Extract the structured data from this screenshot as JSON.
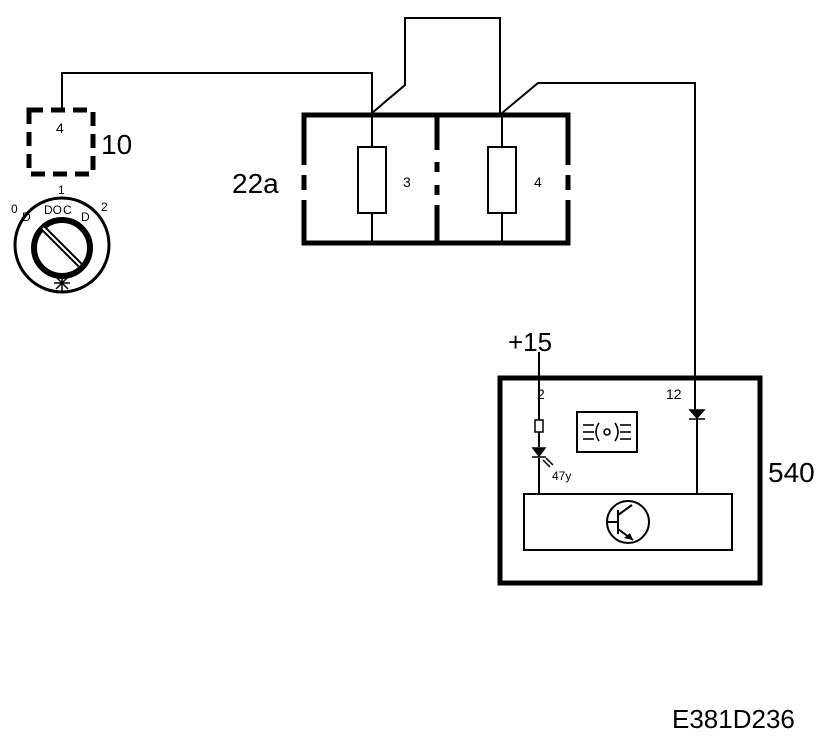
{
  "components": {
    "switch_connector": {
      "ref": "10",
      "pin": "4"
    },
    "light_switch": {
      "positions": [
        "0",
        "1",
        "2"
      ]
    },
    "fuse_box": {
      "ref": "22a",
      "fuses": [
        "3",
        "4"
      ]
    },
    "module": {
      "ref": "540",
      "pins": [
        "2",
        "12"
      ],
      "resistor_label": "47y"
    },
    "supply": {
      "label": "+15"
    }
  },
  "footer": {
    "code": "E381D236"
  },
  "icons": [
    "light-switch-icon",
    "fuse-icon",
    "headlamp-icon",
    "transistor-icon",
    "diode-icon",
    "led-icon"
  ],
  "colors": {
    "ink": "#000000",
    "background": "#ffffff"
  }
}
